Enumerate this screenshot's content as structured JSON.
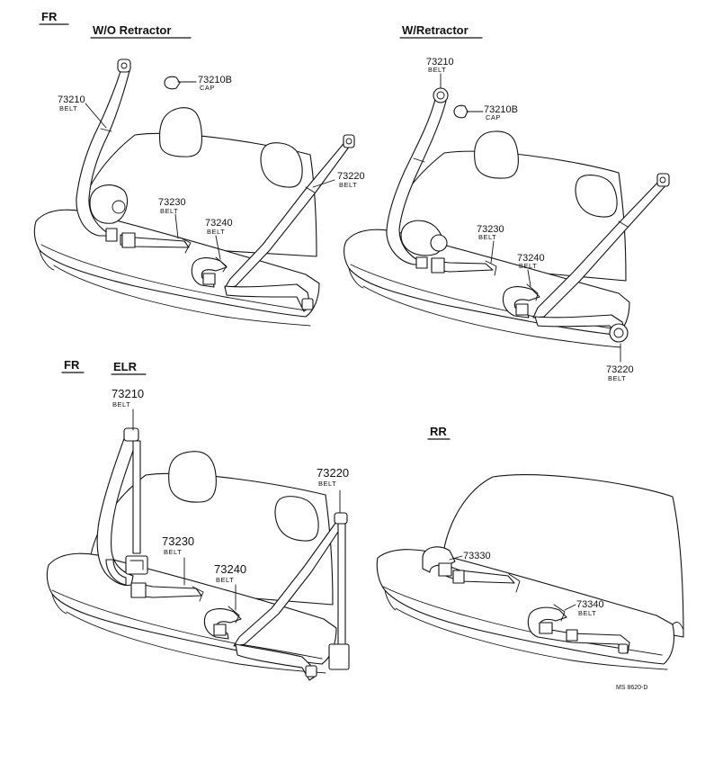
{
  "sections": {
    "fr_top": "FR",
    "wo_retractor": "W/O Retractor",
    "w_retractor": "W/Retractor",
    "fr_bottom": "FR",
    "elr": "ELR",
    "rr": "RR"
  },
  "callouts": {
    "p1": {
      "number": "73210",
      "name": "BELT"
    },
    "p2": {
      "number": "73210B",
      "name": "CAP"
    },
    "p3": {
      "number": "73230",
      "name": "BELT"
    },
    "p4": {
      "number": "73240",
      "name": "BELT"
    },
    "p5": {
      "number": "73220",
      "name": "BELT"
    },
    "q1": {
      "number": "73210",
      "name": "BELT"
    },
    "q2": {
      "number": "73210B",
      "name": "CAP"
    },
    "q3": {
      "number": "73230",
      "name": "BELT"
    },
    "q4": {
      "number": "73240",
      "name": "BELT"
    },
    "q5": {
      "number": "73220",
      "name": "BELT"
    },
    "r1": {
      "number": "73210",
      "name": "BELT"
    },
    "r3": {
      "number": "73230",
      "name": "BELT"
    },
    "r4": {
      "number": "73240",
      "name": "BELT"
    },
    "r5": {
      "number": "73220",
      "name": "BELT"
    },
    "s1": {
      "number": "73330",
      "name": ""
    },
    "s2": {
      "number": "73340",
      "name": "BELT"
    }
  },
  "reference_code": "MS 8620-D"
}
